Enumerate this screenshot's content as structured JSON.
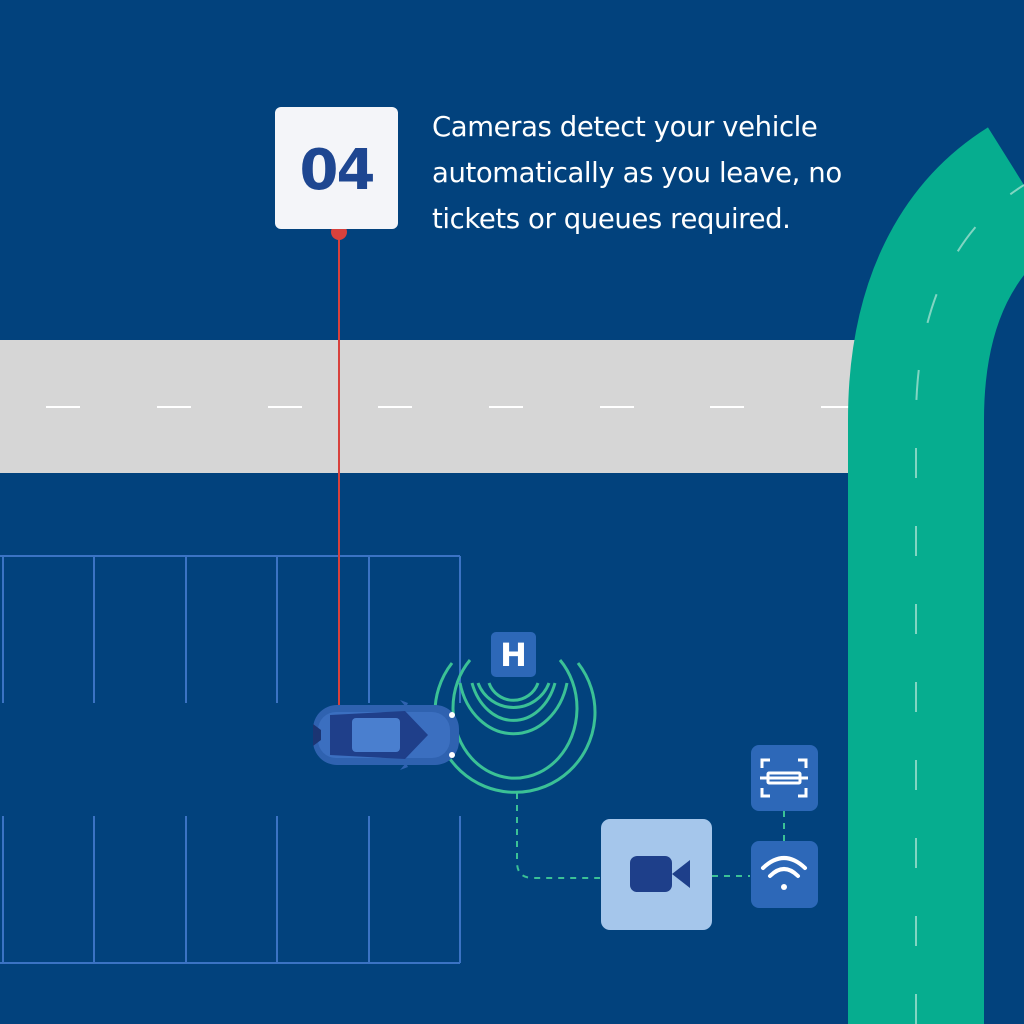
{
  "step": {
    "number": "04",
    "caption": "Cameras detect your vehicle automatically as you leave, no tickets or queues required."
  },
  "sign": {
    "letter": "H"
  },
  "icons": {
    "camera": "video-camera-icon",
    "wifi": "wifi-icon",
    "scanner": "plate-scan-icon"
  },
  "colors": {
    "background": "#02427d",
    "road": "#d6d6d6",
    "green_road": "#06ad8f",
    "card": "#f4f5f9",
    "number": "#1e4691",
    "pointer_line": "#d8413c",
    "radar": "#3bc196",
    "car_body": "#2f62b0",
    "camera_tile": "#a5c6eb",
    "icon_tile": "#2d68b8"
  }
}
